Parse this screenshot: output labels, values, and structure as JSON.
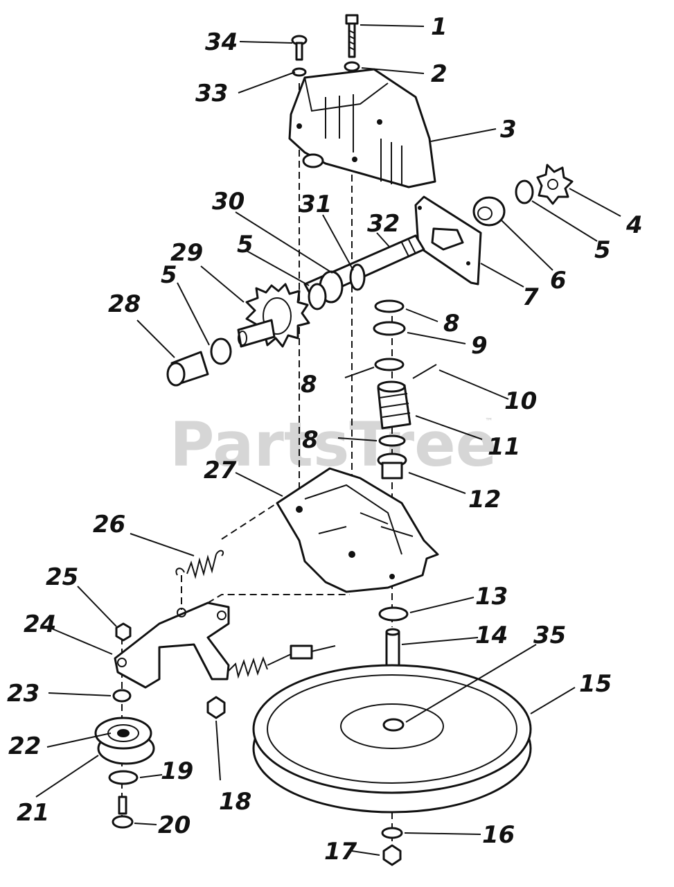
{
  "watermark": {
    "text": "PartsTree",
    "trademark": "™"
  },
  "callouts": [
    "1",
    "2",
    "3",
    "4",
    "5",
    "6",
    "7",
    "8",
    "9",
    "10",
    "11",
    "12",
    "13",
    "14",
    "15",
    "16",
    "17",
    "18",
    "19",
    "20",
    "21",
    "22",
    "23",
    "24",
    "25",
    "26",
    "27",
    "28",
    "29",
    "30",
    "31",
    "32",
    "33",
    "34",
    "35"
  ],
  "repeat_labels": {
    "five_a": "5",
    "five_b": "5",
    "five_c": "5",
    "eight_a": "8",
    "eight_b": "8",
    "eight_c": "8"
  }
}
